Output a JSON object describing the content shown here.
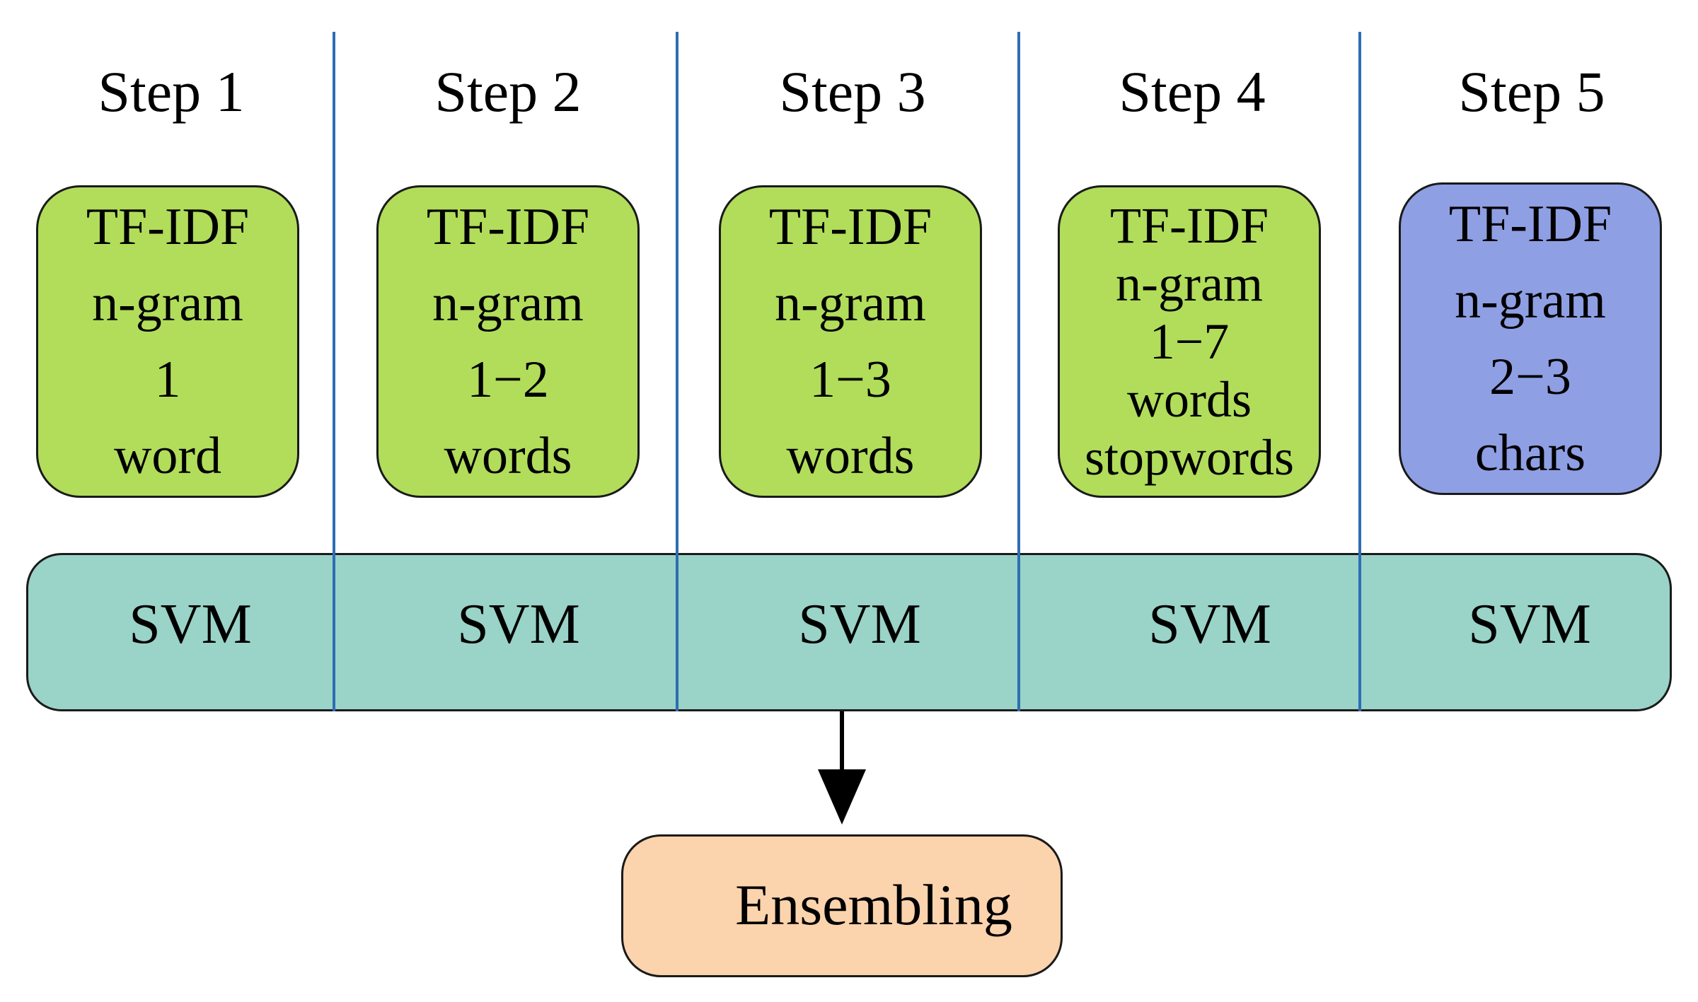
{
  "steps": [
    {
      "title": "Step 1",
      "lines": [
        "TF-IDF",
        "n-gram",
        "1",
        "word"
      ],
      "model": "SVM"
    },
    {
      "title": "Step 2",
      "lines": [
        "TF-IDF",
        "n-gram",
        "1−2",
        "words"
      ],
      "model": "SVM"
    },
    {
      "title": "Step 3",
      "lines": [
        "TF-IDF",
        "n-gram",
        "1−3",
        "words"
      ],
      "model": "SVM"
    },
    {
      "title": "Step 4",
      "lines": [
        "TF-IDF",
        "n-gram",
        "1−7",
        "words",
        "stopwords"
      ],
      "model": "SVM"
    },
    {
      "title": "Step 5",
      "lines": [
        "TF-IDF",
        "n-gram",
        "2−3",
        "chars"
      ],
      "model": "SVM"
    }
  ],
  "output": {
    "label": "Ensembling"
  },
  "colors": {
    "word_feature_box": "#b1dd5b",
    "char_feature_box": "#8f9fe4",
    "svm_bar": "#9ad3c7",
    "ensemble_box": "#fbd3ad",
    "divider": "#2e6db4",
    "border": "#1a1a1a",
    "arrow": "#000000"
  }
}
